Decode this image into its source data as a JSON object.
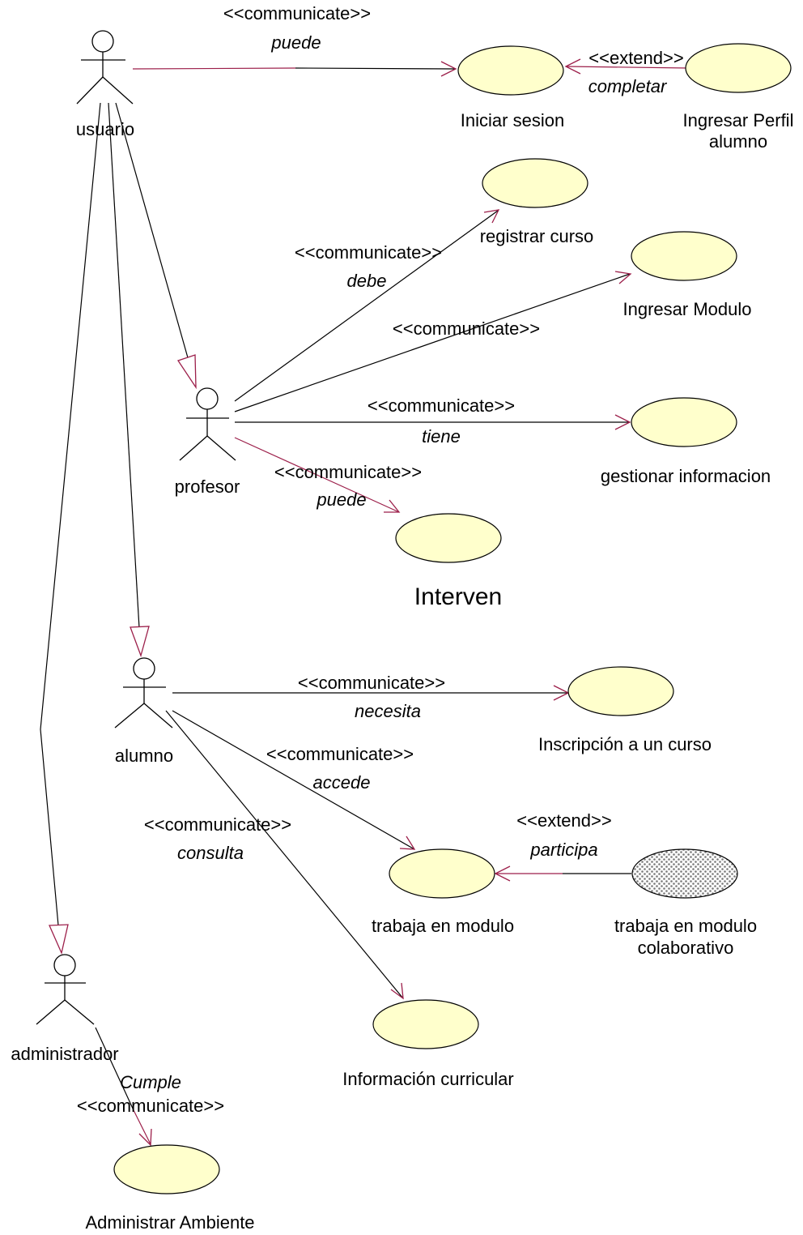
{
  "colors": {
    "use_case_fill": "#ffffcc",
    "arrow_accent": "#9c1f4a",
    "line": "#000000",
    "pattern_fill": "#7a7a7a"
  },
  "actors": {
    "usuario": "usuario",
    "profesor": "profesor",
    "alumno": "alumno",
    "administrador": "administrador"
  },
  "use_cases": {
    "iniciar_sesion": "Iniciar sesion",
    "ingresar_perfil_1": "Ingresar Perfil",
    "ingresar_perfil_2": "alumno",
    "registrar_curso": "registrar curso",
    "ingresar_modulo": "Ingresar Modulo",
    "gestionar_informacion": "gestionar informacion",
    "intervencion": "Interven",
    "inscripcion": "Inscripción a un curso",
    "trabaja_modulo": "trabaja en modulo",
    "trabaja_colab_1": "trabaja en modulo",
    "trabaja_colab_2": "colaborativo",
    "informacion_curricular": "Información curricular",
    "administrar_ambiente": "Administrar Ambiente"
  },
  "relations": {
    "usuario_iniciar_stereo": "<<communicate>>",
    "usuario_iniciar_role": "puede",
    "perfil_extend_stereo": "<<extend>>",
    "perfil_extend_role": "completar",
    "prof_registrar_stereo": "<<communicate>>",
    "prof_registrar_role": "debe",
    "prof_modulo_stereo": "<<communicate>>",
    "prof_gestionar_stereo": "<<communicate>>",
    "prof_gestionar_role": "tiene",
    "prof_interven_stereo": "<<communicate>>",
    "prof_interven_role": "puede",
    "alumno_inscripcion_stereo": "<<communicate>>",
    "alumno_inscripcion_role": "necesita",
    "alumno_trabaja_stereo": "<<communicate>>",
    "alumno_trabaja_role": "accede",
    "alumno_info_stereo": "<<communicate>>",
    "alumno_info_role": "consulta",
    "colab_extend_stereo": "<<extend>>",
    "colab_extend_role": "participa",
    "admin_ambiente_role": "Cumple",
    "admin_ambiente_stereo": "<<communicate>>"
  }
}
